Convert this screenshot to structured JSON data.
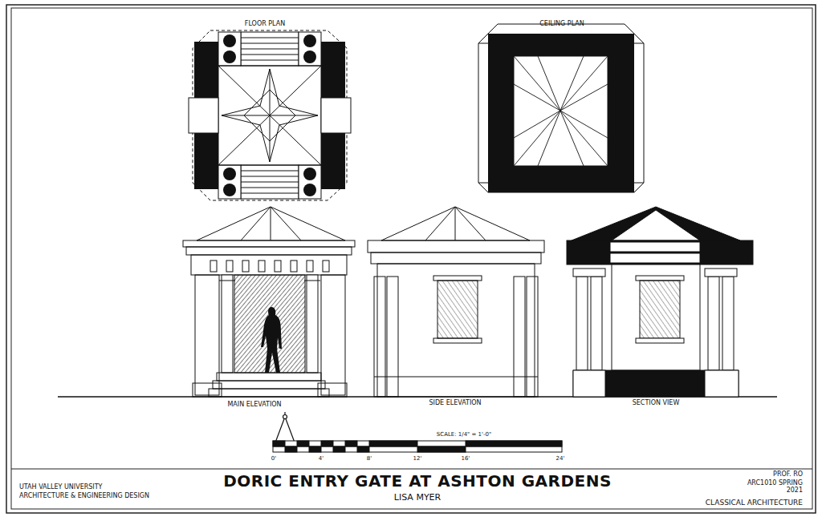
{
  "diagram": {
    "title": "DORIC ENTRY GATE AT ASHTON GARDENS",
    "labels": [
      "FLOOR PLAN",
      "CEILING PLAN",
      "MAIN ELEVATION",
      "SIDE ELEVATION",
      "SECTION VIEW",
      "SCALE: 1/4\" = 1'-0\"",
      "0'",
      "4'",
      "8'",
      "12'",
      "16'",
      "24'",
      "LISA MYER",
      "UTAH VALLEY UNIVERSITY",
      "ARCHITECTURE & ENGINEERING DESIGN",
      "PROF. RO",
      "ARC1010 SPRING 2021",
      "CLASSICAL ARCHITECTURE"
    ]
  }
}
